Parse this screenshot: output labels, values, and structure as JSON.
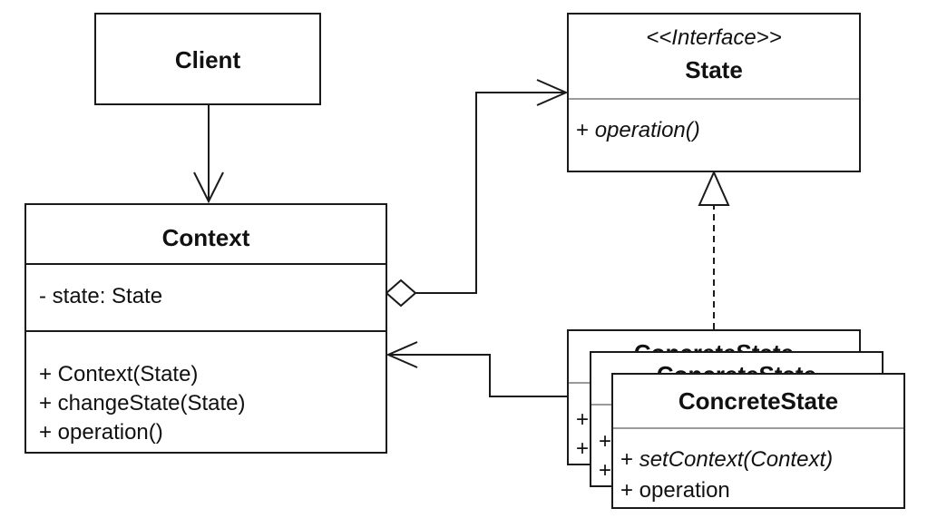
{
  "client": {
    "title": "Client"
  },
  "state_interface": {
    "stereotype": "<<Interface>>",
    "title": "State",
    "operations": [
      "+ operation()"
    ]
  },
  "context": {
    "title": "Context",
    "attributes": [
      "- state: State"
    ],
    "operations": [
      "+ Context(State)",
      "+ changeState(State)",
      "+ operation()"
    ]
  },
  "concrete_states": [
    {
      "title": "ConcreteState",
      "op_prefixes": [
        "+",
        "+"
      ]
    },
    {
      "title": "ConcreteState",
      "op_prefixes": [
        "+",
        "+"
      ]
    },
    {
      "title": "ConcreteState",
      "operations": [
        "+ setContext(Context)",
        "+ operation"
      ],
      "op_prefix": "+ ",
      "abstract_op": "setContext(Context)"
    }
  ]
}
